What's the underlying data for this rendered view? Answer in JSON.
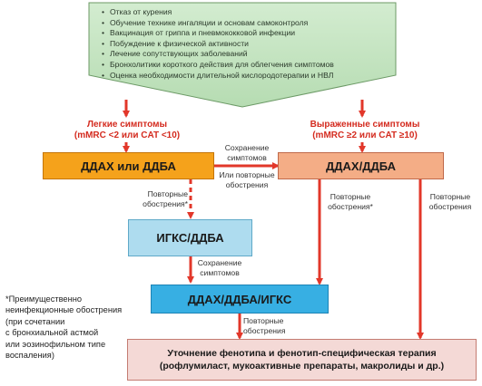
{
  "top_box": {
    "items": [
      "Отказ от курения",
      "Обучение технике ингаляции и основам самоконтроля",
      "Вакцинация от гриппа и пневмококковой инфекции",
      "Побуждение к физической активности",
      "Лечение сопутствующих заболеваний",
      "Бронхолитики короткого действия для облегчения симптомов",
      "Оценка необходимости длительной кислородотерапии и НВЛ"
    ]
  },
  "mild": {
    "title": "Легкие симптомы",
    "criteria": "(mMRC <2 или CAT <10)"
  },
  "severe": {
    "title": "Выраженные симптомы",
    "criteria": "(mMRC ≥2 или CAT ≥10)"
  },
  "boxes": {
    "ddah_or_ddba": "ДДАХ или ДДБА",
    "ddah_ddba": "ДДАХ/ДДБА",
    "igks_ddba": "ИГКС/ДДБА",
    "triple": "ДДАХ/ДДБА/ИГКС",
    "phenotype_line1": "Уточнение фенотипа и фенотип-специфическая терапия",
    "phenotype_line2": "(рофлумиласт, мукоактивные препараты, макролиды и др.)"
  },
  "labels": {
    "keep_symptoms_1": "Сохранение\nсимптомов",
    "or_repeat": "Или повторные\nобострения",
    "repeat_star_1": "Повторные\nобострения*",
    "repeat_star_2": "Повторные\nобострения*",
    "repeat_3": "Повторные\nобострения",
    "keep_symptoms_2": "Сохранение\nсимптомов",
    "repeat_4": "Повторные\nобострения"
  },
  "footnote": "*Преимущественно\nнеинфекционные обострения\n(при сочетании\nс бронхиальной астмой\nили эозинофильном типе\nвоспаления)",
  "colors": {
    "top_box": "#c9e6c4",
    "arrow_red": "#e2372a",
    "orange": "#f5a21b",
    "salmon": "#f4ad86",
    "blue_light": "#aedcef",
    "blue": "#37afe3",
    "pink": "#f4d9d6"
  }
}
